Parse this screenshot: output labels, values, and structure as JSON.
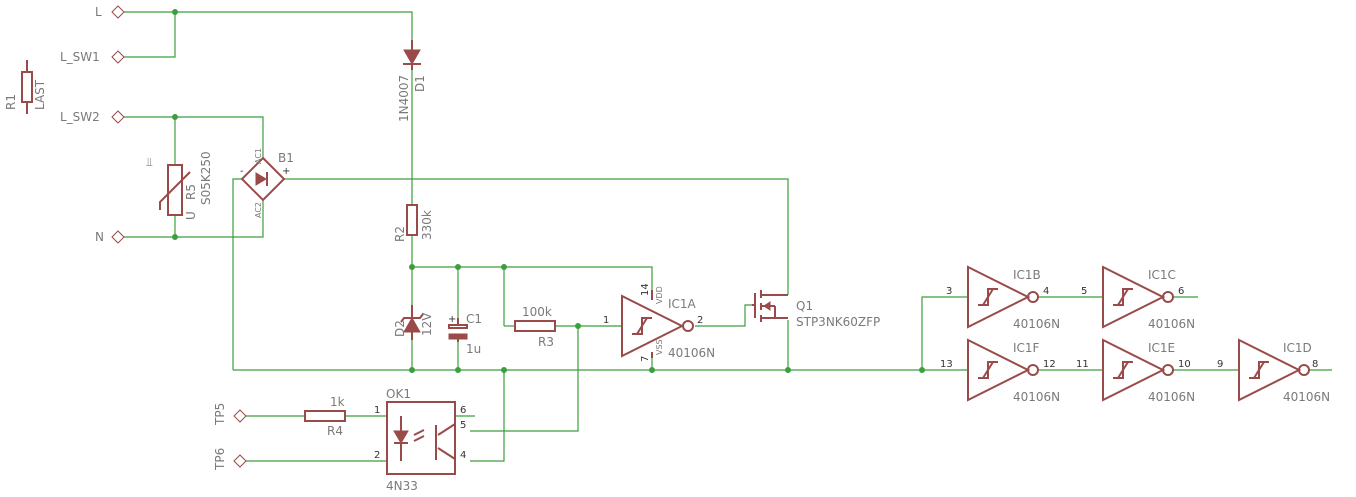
{
  "connectors": {
    "l": "L",
    "l_sw1": "L_SW1",
    "l_sw2": "L_SW2",
    "n": "N",
    "tp5": "TP5",
    "tp6": "TP6"
  },
  "components": {
    "r1": {
      "ref": "R1",
      "value": "LAST"
    },
    "r5": {
      "ref": "R5",
      "value": "S05K250",
      "mark": "U"
    },
    "b1": {
      "ref": "B1",
      "pin_ac1": "AC1",
      "pin_ac2": "AC2",
      "minus": "-",
      "plus": "+"
    },
    "d1": {
      "ref": "D1",
      "value": "1N4007"
    },
    "r2": {
      "ref": "R2",
      "value": "330k"
    },
    "d2": {
      "ref": "D2",
      "value": "12V"
    },
    "c1": {
      "ref": "C1",
      "value": "1u",
      "plus": "+"
    },
    "r3": {
      "ref": "R3",
      "value": "100k"
    },
    "ic1a": {
      "ref": "IC1A",
      "value": "40106N",
      "pin_in": "1",
      "pin_out": "2",
      "pin_vdd": "14",
      "pin_vss": "7",
      "vdd": "VDD",
      "vss": "VSS"
    },
    "q1": {
      "ref": "Q1",
      "value": "STP3NK60ZFP"
    },
    "r4": {
      "ref": "R4",
      "value": "1k"
    },
    "ok1": {
      "ref": "OK1",
      "value": "4N33",
      "pins": [
        "1",
        "2",
        "4",
        "5",
        "6"
      ]
    },
    "ic1b": {
      "ref": "IC1B",
      "value": "40106N",
      "pin_in": "3",
      "pin_out": "4"
    },
    "ic1c": {
      "ref": "IC1C",
      "value": "40106N",
      "pin_in": "5",
      "pin_out": "6"
    },
    "ic1f": {
      "ref": "IC1F",
      "value": "40106N",
      "pin_in": "13",
      "pin_out": "12"
    },
    "ic1e": {
      "ref": "IC1E",
      "value": "40106N",
      "pin_in": "11",
      "pin_out": "10"
    },
    "ic1d": {
      "ref": "IC1D",
      "value": "40106N",
      "pin_in": "9",
      "pin_out": "8"
    }
  },
  "colors": {
    "wire": "#3c9e3c",
    "symbol": "#9b4a4a",
    "label": "#7a7a7a"
  }
}
